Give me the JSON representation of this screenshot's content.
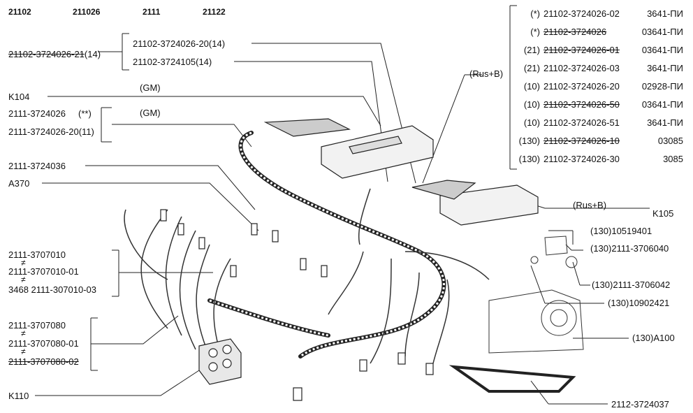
{
  "header": [
    "21102",
    "211026",
    "2111",
    "21122"
  ],
  "labels": {
    "l_21102_20": "21102-3724026-20(14)",
    "l_21102_105": "21102-3724105(14)",
    "l_21102_21": "21102-3724026-21",
    "l_21102_21_suffix": "(14)",
    "gm1": "(GM)",
    "k104": "K104",
    "gm2": "(GM)",
    "l_2111_026": "2111-3724026",
    "l_2111_026_mark": "(**)",
    "l_2111_026_20": "2111-3724026-20(11)",
    "l_2111_036": "2111-3724036",
    "a370": "A370",
    "l_707010": "2111-3707010",
    "l_707010_01": "2111-3707010-01",
    "l_3468": "3468 2111-307010-03",
    "l_707080": "2111-3707080",
    "l_707080_01": "2111-3707080-01",
    "l_707080_02": "2111-3707080-02",
    "k110": "K110",
    "rusb1": "(Rus+B)",
    "rusb2": "(Rus+B)",
    "k105": "K105",
    "r1": "(130)10519401",
    "r2": "(130)2111-3706040",
    "r3": "(130)2111-3706042",
    "r4": "(130)10902421",
    "r5": "(130)A100",
    "r6": "2112-3724037"
  },
  "table": [
    {
      "prefix": "(*)",
      "part": "21102-3724026-02",
      "code": "3641-ПИ",
      "struck": false
    },
    {
      "prefix": "(*)",
      "part": "21102-3724026",
      "code": "03641-ПИ",
      "struck": true
    },
    {
      "prefix": "(21)",
      "part": "21102-3724026-01",
      "code": "03641-ПИ",
      "struck": true
    },
    {
      "prefix": "(21)",
      "part": "21102-3724026-03",
      "code": "3641-ПИ",
      "struck": false
    },
    {
      "prefix": "(10)",
      "part": "21102-3724026-20",
      "code": "02928-ПИ",
      "struck": false
    },
    {
      "prefix": "(10)",
      "part": "21102-3724026-50",
      "code": "03641-ПИ",
      "struck": true
    },
    {
      "prefix": "(10)",
      "part": "21102-3724026-51",
      "code": "3641-ПИ",
      "struck": false
    },
    {
      "prefix": "(130)",
      "part": "21102-3724026-10",
      "code": "03085",
      "struck": true
    },
    {
      "prefix": "(130)",
      "part": "21102-3724026-30",
      "code": "3085",
      "struck": false
    }
  ],
  "not_equal_mark": "≠"
}
